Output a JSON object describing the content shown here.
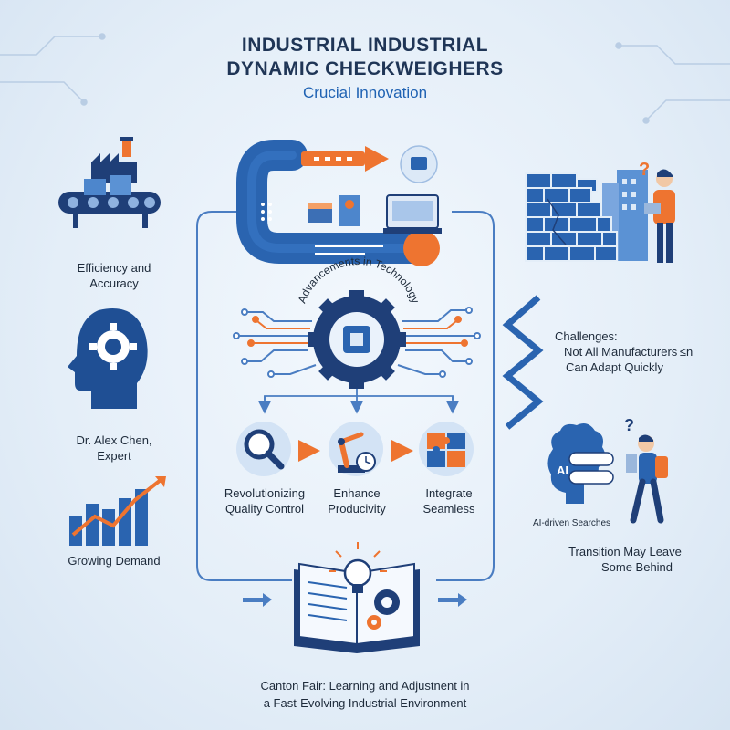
{
  "header": {
    "title_line1": "INDUSTRIAL INDUSTRIAL",
    "title_line2": "DYNAMIC CHECKWEIGHERS",
    "subtitle": "Crucial Innovation"
  },
  "left": {
    "efficiency": [
      "Efficiency and",
      "Accuracy"
    ],
    "expert": [
      "Dr. Alex Chen,",
      "Expert"
    ],
    "demand": "Growing Demand"
  },
  "center": {
    "gear_arc_label": "Advancements in Technology",
    "steps": [
      [
        "Revolutionizing",
        "Quality Control"
      ],
      [
        "Enhance",
        "Producivity"
      ],
      [
        "Integrate",
        "Seamless"
      ]
    ]
  },
  "right": {
    "challenges": [
      "Challenges:",
      "Not All Manufacturers ≤n",
      "Can Adapt Quickly"
    ],
    "ai_badge": "AI",
    "ai_caption": "AI-driven Searches",
    "transition": [
      "Transition May Leave",
      "Some Behind"
    ]
  },
  "bottom": {
    "caption_line1": "Canton Fair: Learning and Adjustnent in",
    "caption_line2": "a Fast-Evolving Industrial Environment"
  },
  "colors": {
    "navy": "#1f3f78",
    "blue": "#2a64b0",
    "light_blue": "#5b92d4",
    "orange": "#ee7430",
    "accent_text": "#1f62b3"
  },
  "icons": [
    "conveyor-icon",
    "head-gear-icon",
    "growth-chart-icon",
    "magnifier-icon",
    "robot-arm-icon",
    "puzzle-icon",
    "book-lightbulb-icon",
    "brick-wall-icon",
    "person-question-icon",
    "zigzag-icon",
    "gear-circuit-icon",
    "machine-flow-icon"
  ]
}
